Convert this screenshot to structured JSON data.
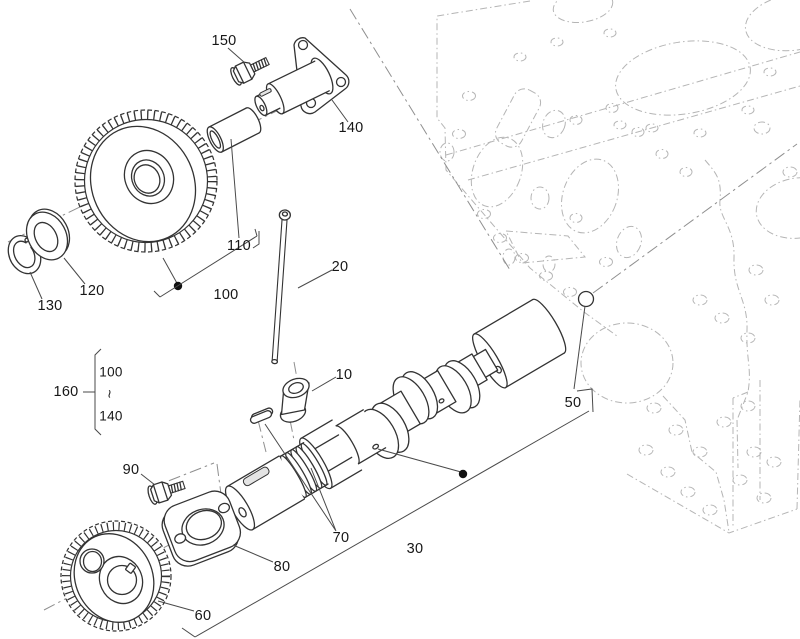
{
  "diagram": {
    "title": "camshaft-and-idle-gear-exploded-parts-diagram",
    "background_color": "#ffffff",
    "part_line_color": "#333333",
    "ghost_block_color": "#b5b5b5",
    "leader_line_color": "#4a4a4a",
    "callouts": [
      {
        "label": "150"
      },
      {
        "label": "140"
      },
      {
        "label": "110"
      },
      {
        "label": "100"
      },
      {
        "label": "120"
      },
      {
        "label": "130"
      },
      {
        "label": "20"
      },
      {
        "label": "10"
      },
      {
        "label": "90"
      },
      {
        "label": "80"
      },
      {
        "label": "70"
      },
      {
        "label": "60"
      },
      {
        "label": "30"
      },
      {
        "label": "50"
      }
    ],
    "group_callout": {
      "label": "160",
      "range_start": "100",
      "tilde": "~",
      "range_end": "140"
    }
  }
}
